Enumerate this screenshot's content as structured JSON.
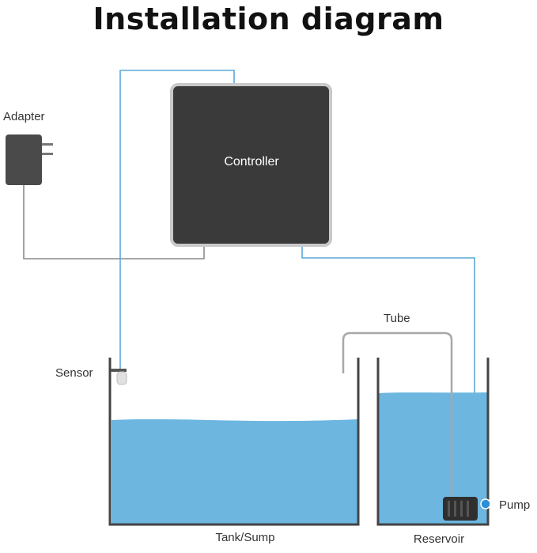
{
  "title": "Installation diagram",
  "labels": {
    "controller": "Controller",
    "adapter": "Adapter",
    "tube": "Tube",
    "sensor": "Sensor",
    "pump": "Pump",
    "tank": "Tank/Sump",
    "reservoir": "Reservoir"
  },
  "colors": {
    "water": "#6cb6e0",
    "wire_blue": "#5aa9d8",
    "wire_gray": "#8a8a8a",
    "controller_fill": "#3a3a3a",
    "controller_border": "#c9c9c9",
    "tank_wall": "#444444"
  }
}
